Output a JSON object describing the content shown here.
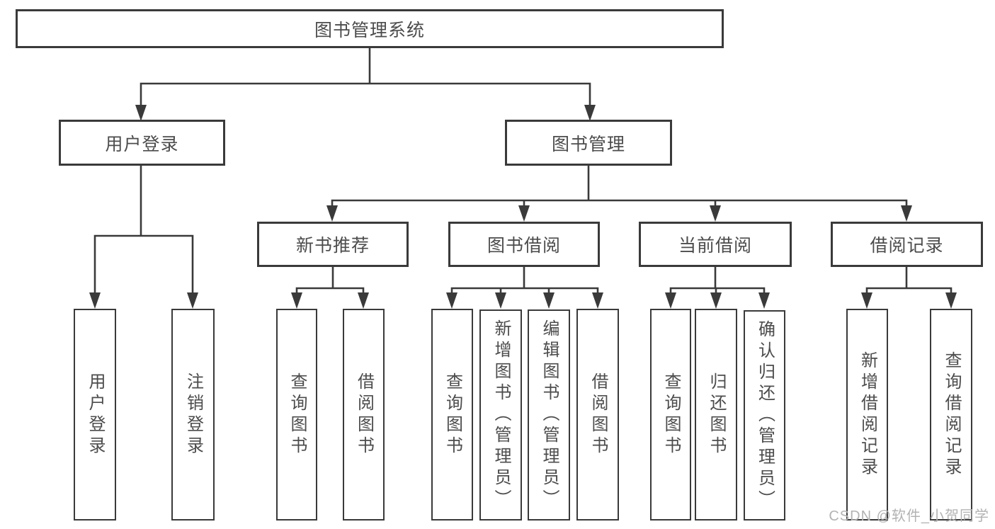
{
  "root": {
    "label": "图书管理系统"
  },
  "level2": [
    {
      "label": "用户登录"
    },
    {
      "label": "图书管理"
    }
  ],
  "level3": [
    {
      "label": "新书推荐"
    },
    {
      "label": "图书借阅"
    },
    {
      "label": "当前借阅"
    },
    {
      "label": "借阅记录"
    }
  ],
  "level4": [
    {
      "label": "用户登录"
    },
    {
      "label": "注销登录"
    },
    {
      "label": "查询图书"
    },
    {
      "label": "借阅图书"
    },
    {
      "label": "查询图书"
    },
    {
      "label": "新增图书（管理员）"
    },
    {
      "label": "编辑图书（管理员）"
    },
    {
      "label": "借阅图书"
    },
    {
      "label": "查询图书"
    },
    {
      "label": "归还图书"
    },
    {
      "label": "确认归还（管理员）"
    },
    {
      "label": "新增借阅记录"
    },
    {
      "label": "查询借阅记录"
    }
  ],
  "watermark": {
    "text": "CSDN @软件_小贺同学"
  },
  "colors": {
    "line": "#3a3a3a",
    "text": "#4c4c4c",
    "watermark": "#b3b3b3",
    "background": "#ffffff"
  }
}
